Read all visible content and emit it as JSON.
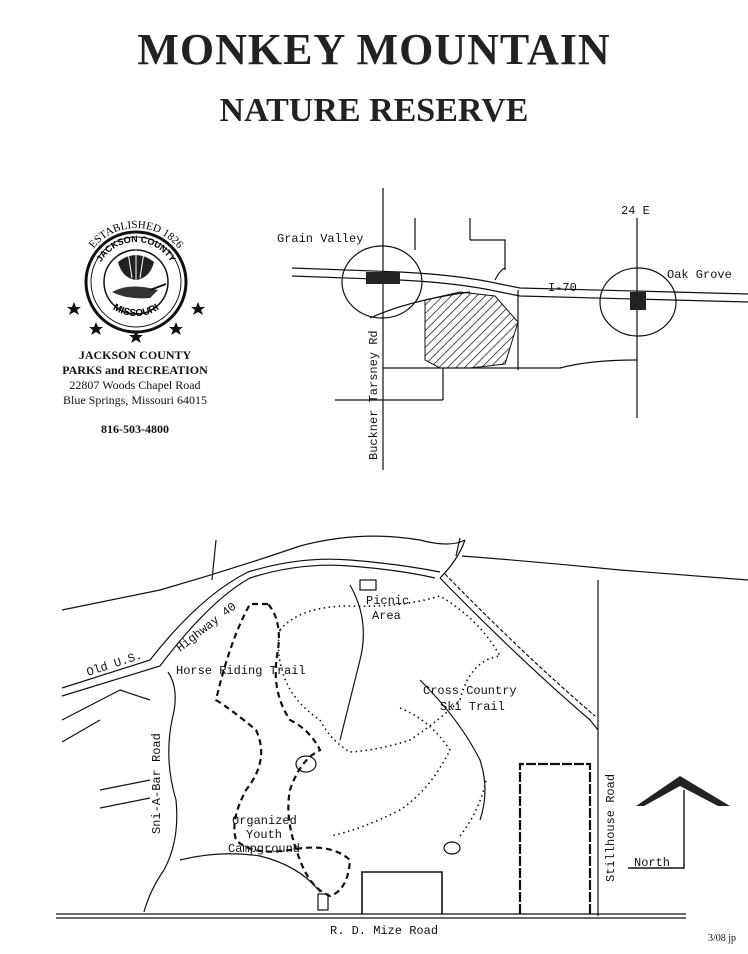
{
  "header": {
    "title": "MONKEY MOUNTAIN",
    "subtitle": "NATURE RESERVE"
  },
  "seal": {
    "top_text": "ESTABLISHED 1826",
    "middle_text": "JACKSON COUNTY",
    "bottom_text": "MISSOURI"
  },
  "agency": {
    "name_line1": "JACKSON COUNTY",
    "name_line2": "PARKS and RECREATION",
    "address_line1": "22807 Woods Chapel Road",
    "address_line2": "Blue Springs, Missouri 64015",
    "phone": "816-503-4800"
  },
  "locator_map": {
    "label_grain_valley": "Grain Valley",
    "label_oak_grove": "Oak Grove",
    "label_i70": "I-70",
    "label_24e": "24 E",
    "label_buckner": "Buckner Tarsney Rd"
  },
  "detail_map": {
    "label_highway_40": "Highway 40",
    "label_old_us": "Old U.S.",
    "label_picnic_1": "Picnic",
    "label_picnic_2": "Area",
    "label_horse_trail": "Horse Riding Trail",
    "label_ski_1": "Cross Country",
    "label_ski_2": "Ski Trail",
    "label_sni_a_bar": "Sni-A-Bar Road",
    "label_stillhouse": "Stillhouse Road",
    "label_camp_1": "Organized",
    "label_camp_2": "Youth",
    "label_camp_3": "Campground",
    "label_north": "North",
    "label_mize": "R. D. Mize Road"
  },
  "footer": {
    "note": "3/08 jp"
  }
}
